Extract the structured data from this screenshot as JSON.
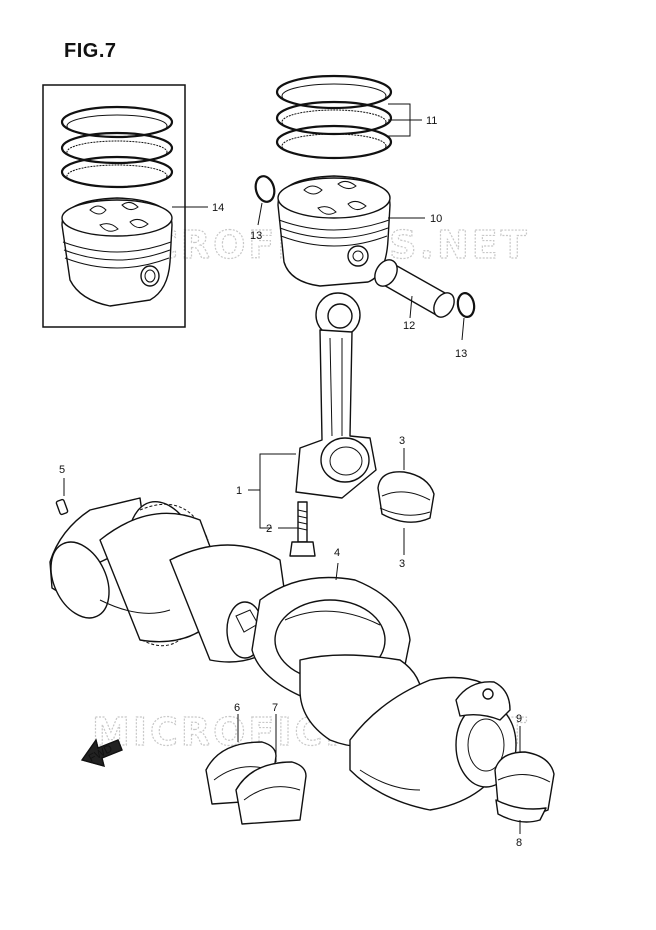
{
  "figure": {
    "title": "FIG.7"
  },
  "watermark": {
    "text": "MICROFICHES.NET"
  },
  "callouts": {
    "c1": "1",
    "c2": "2",
    "c3a": "3",
    "c3b": "3",
    "c4": "4",
    "c5": "5",
    "c6": "6",
    "c7": "7",
    "c8": "8",
    "c9": "9",
    "c10": "10",
    "c11": "11",
    "c12": "12",
    "c13a": "13",
    "c13b": "13",
    "c14": "14"
  },
  "fwd_label": "FWD"
}
